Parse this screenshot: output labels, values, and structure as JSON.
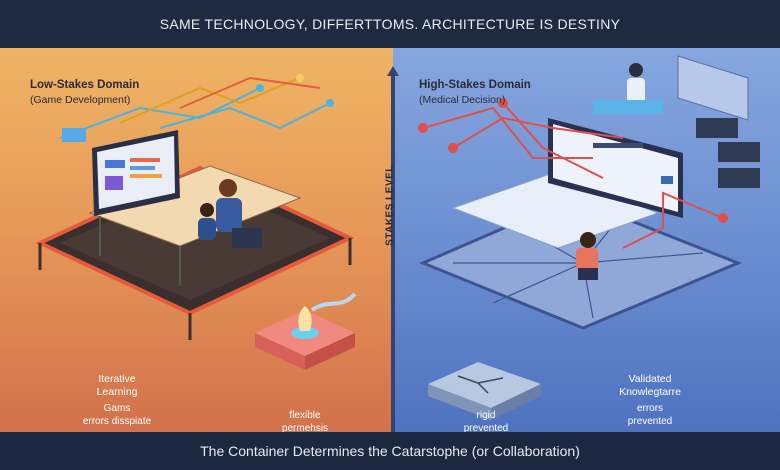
{
  "header": {
    "title": "SAME TECHNOLOGY, DIFFERTTOMS. ARCHITECTURE IS DESTINY"
  },
  "axis": {
    "label": "STAKES LEVEL"
  },
  "left": {
    "title": "Low-Stakes Domain",
    "subtitle": "(Game Development)",
    "caption_main": [
      "Iterative",
      "Learning"
    ],
    "caption_sub": [
      "Gams",
      "errors disspiate"
    ],
    "caption_container": [
      "flexible",
      "permehsis"
    ]
  },
  "right": {
    "title": "High-Stakes Domain",
    "subtitle": "(Medical Decision)",
    "caption_container": [
      "rigid",
      "prevented"
    ],
    "caption_main": [
      "Validated",
      "Knowlegtarre"
    ],
    "caption_sub": [
      "errors",
      "prevented"
    ]
  },
  "footer": {
    "text": "The Container Determines the Catarstophe (or Collaboration)"
  },
  "colors": {
    "header": "#1e2a3f",
    "left_top": "#efb465",
    "left_bottom": "#d2714c",
    "right_top": "#86a6de",
    "right_bottom": "#4e72bf",
    "red_line": "#e0504a"
  }
}
